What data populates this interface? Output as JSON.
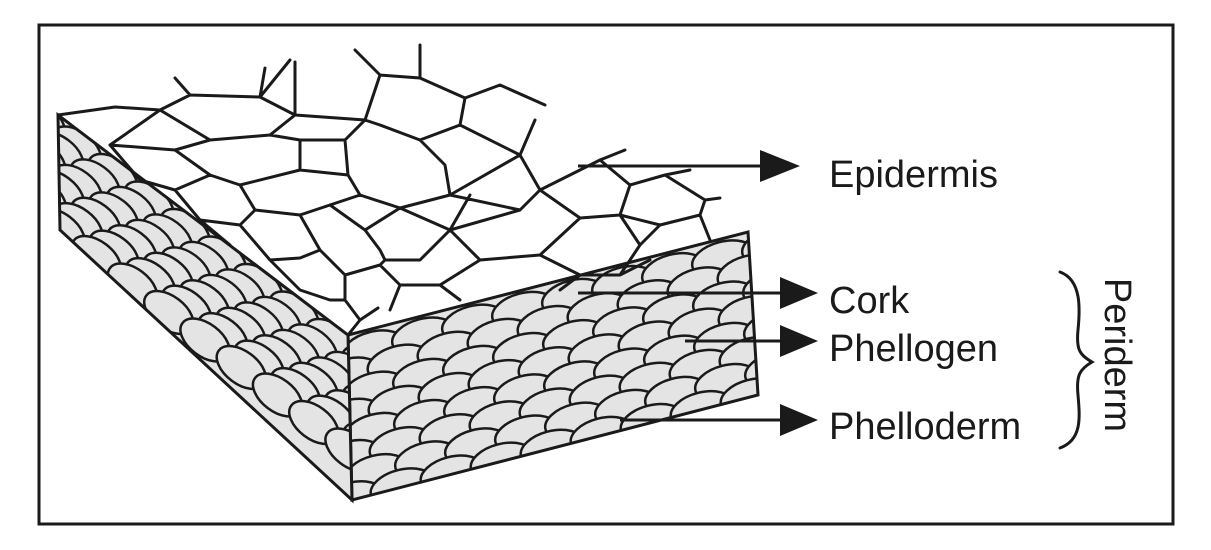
{
  "labels": {
    "epidermis": "Epidermis",
    "cork": "Cork",
    "phellogen": "Phellogen",
    "phelloderm": "Phelloderm",
    "periderm": "Periderm"
  },
  "colors": {
    "stroke": "#1a1a1a",
    "cell_fill": "#e4e4e4",
    "background": "#ffffff"
  }
}
